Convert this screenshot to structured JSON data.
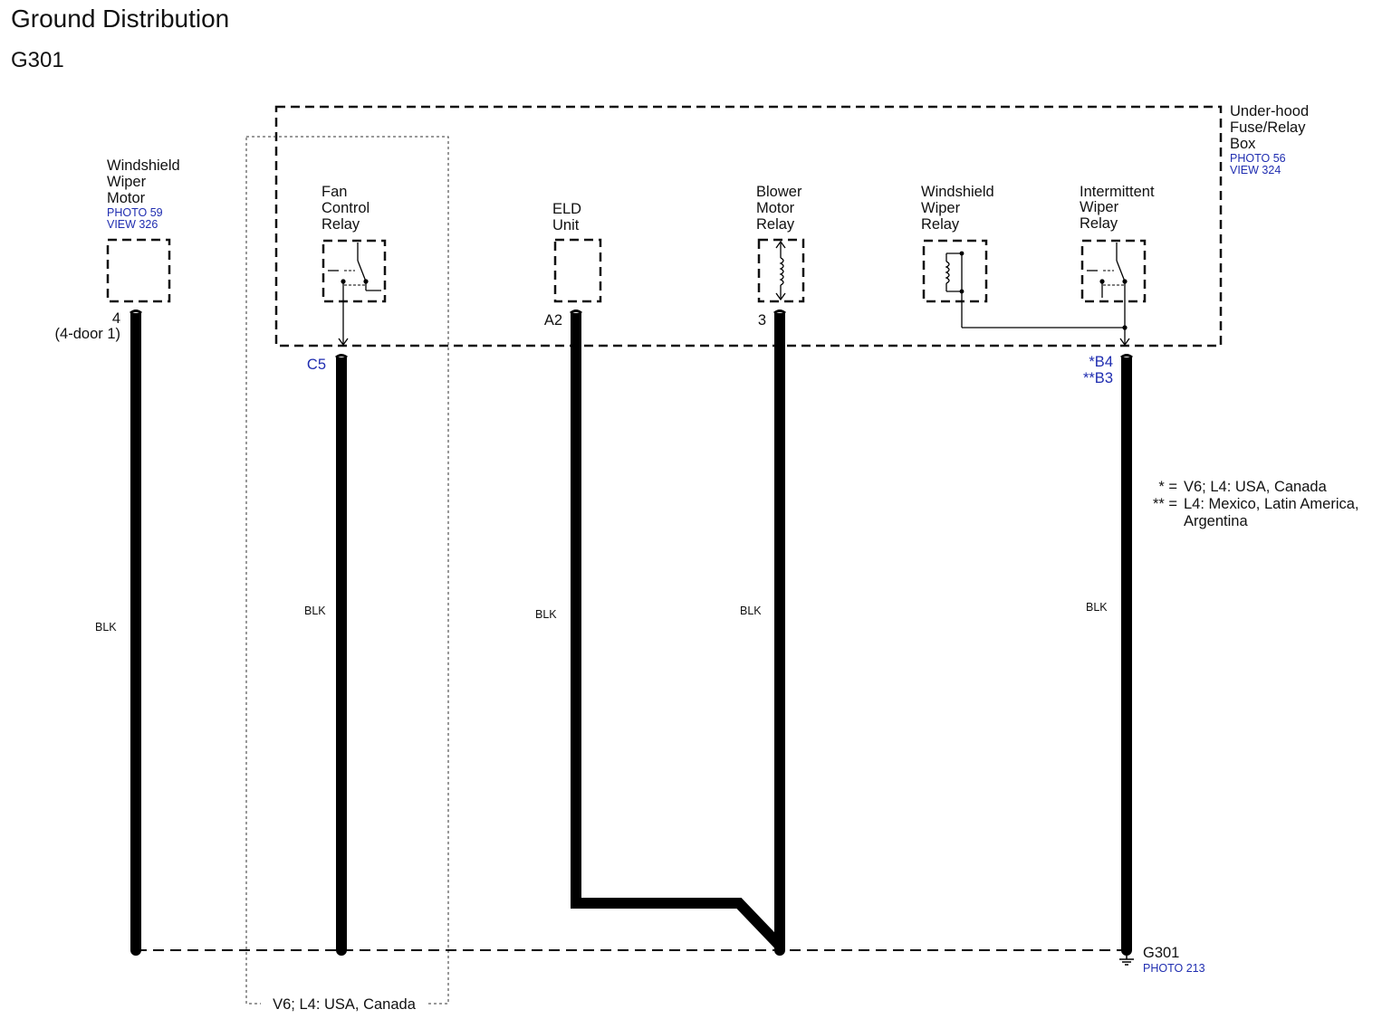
{
  "header": {
    "title": "Ground Distribution",
    "subtitle": "G301"
  },
  "fuse_box": {
    "name_lines": [
      "Under-hood",
      "Fuse/Relay",
      "Box"
    ],
    "photo": "PHOTO 56",
    "view": "VIEW 324",
    "fill_color": "#d2e3f5"
  },
  "components": {
    "wiper_motor": {
      "lines": [
        "Windshield",
        "Wiper",
        "Motor"
      ],
      "photo": "PHOTO 59",
      "view": "VIEW 326",
      "terminal": "4",
      "terminal_note": "(4-door 1)",
      "wire": "BLK"
    },
    "fan_relay": {
      "lines": [
        "Fan",
        "Control",
        "Relay"
      ],
      "terminal": "C5",
      "wire": "BLK"
    },
    "eld_unit": {
      "lines": [
        "ELD",
        "Unit"
      ],
      "terminal": "A2",
      "wire": "BLK"
    },
    "blower_relay": {
      "lines": [
        "Blower",
        "Motor",
        "Relay"
      ],
      "terminal": "3",
      "wire": "BLK"
    },
    "wiper_relay": {
      "lines": [
        "Windshield",
        "Wiper",
        "Relay"
      ]
    },
    "int_wiper_relay": {
      "lines": [
        "Intermittent",
        "Wiper",
        "Relay"
      ],
      "terminal_1": "*B4",
      "terminal_2": "**B3",
      "wire": "BLK"
    }
  },
  "notes": {
    "n1_key": "* =",
    "n1_text": "V6; L4: USA, Canada",
    "n2_key": "** =",
    "n2_lines": [
      "L4: Mexico, Latin America,",
      "Argentina"
    ]
  },
  "variant_label": "V6; L4: USA, Canada",
  "ground": {
    "name": "G301",
    "photo": "PHOTO 213"
  }
}
